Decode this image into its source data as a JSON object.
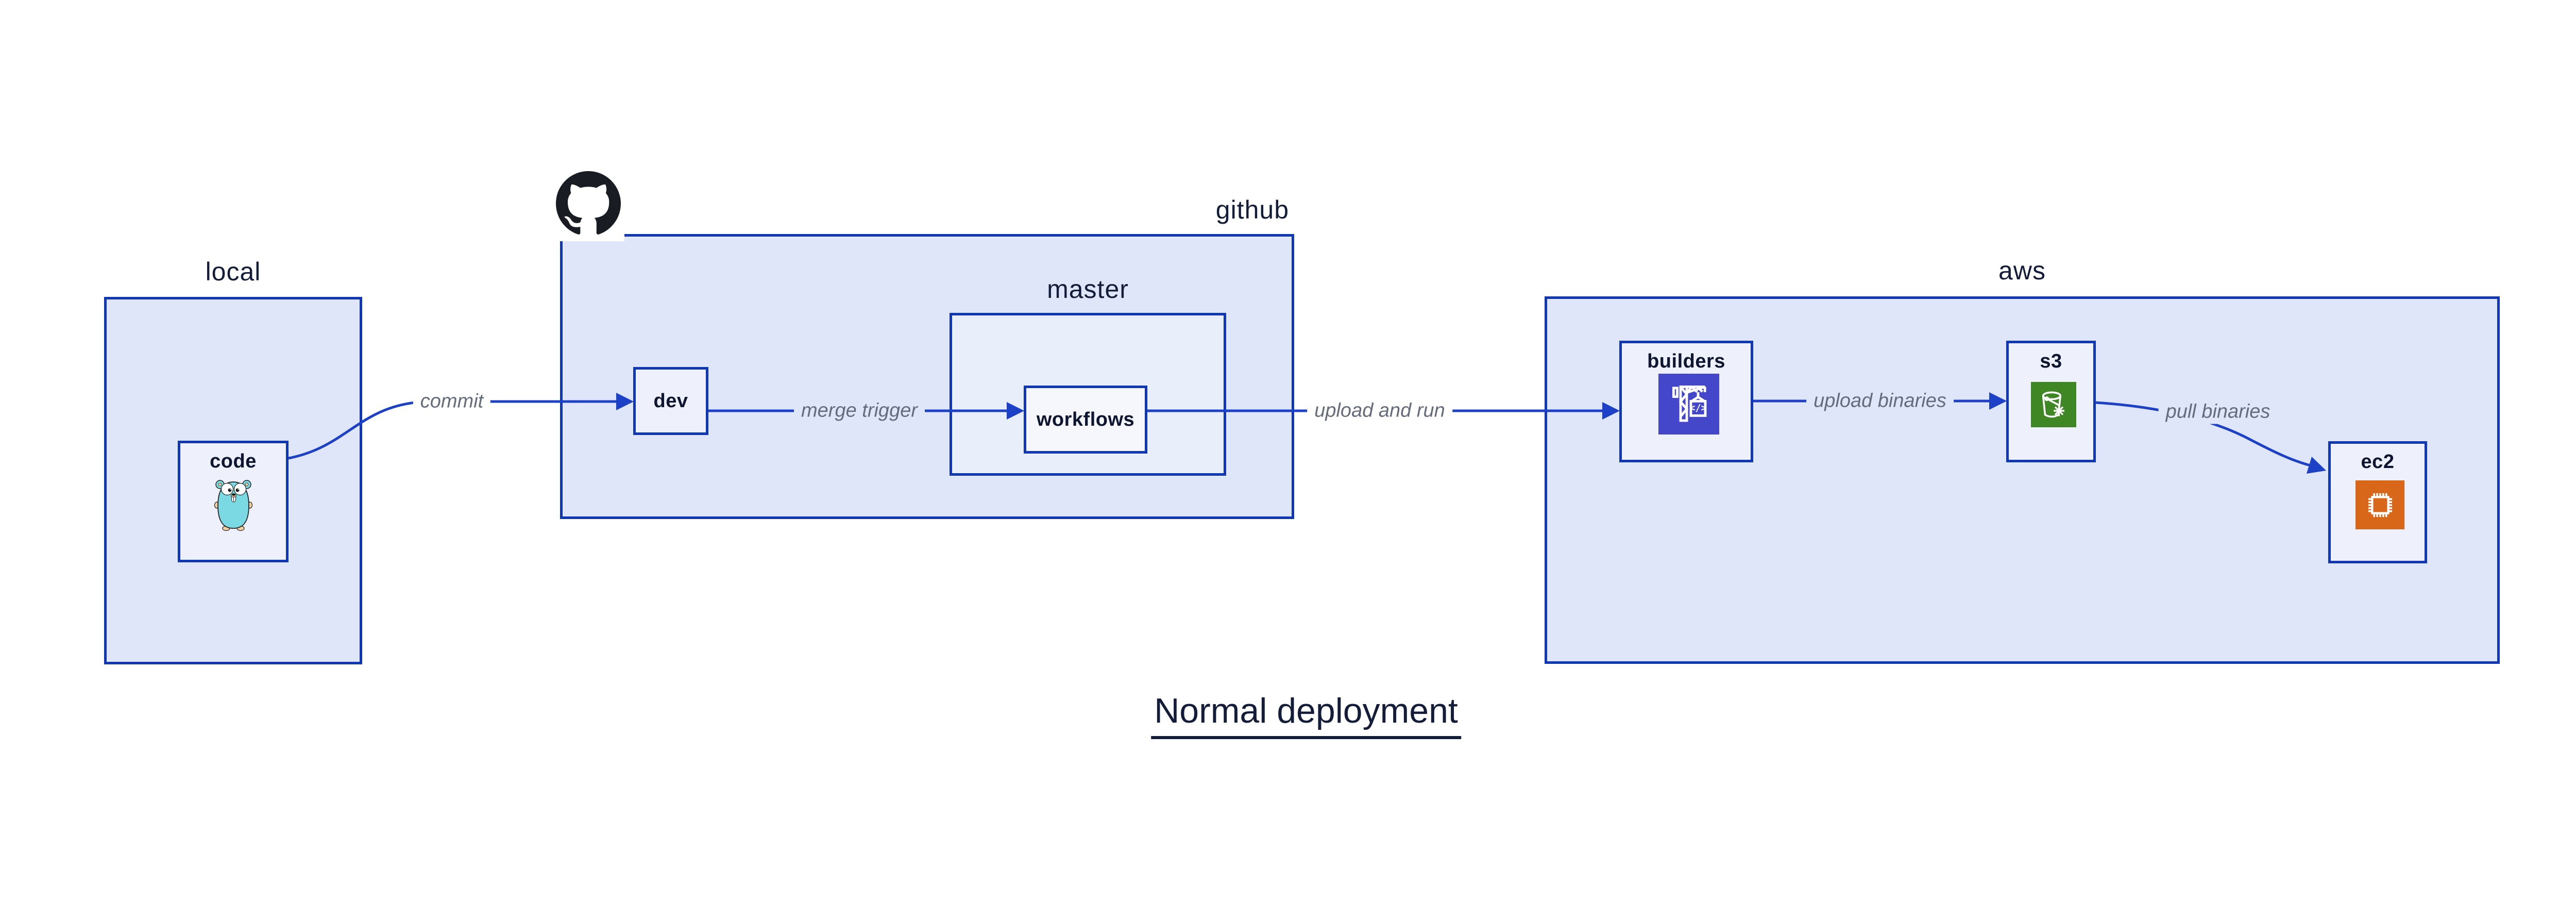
{
  "title": {
    "text": "Normal deployment"
  },
  "groups": {
    "local": {
      "label": "local"
    },
    "github": {
      "label": "github"
    },
    "master": {
      "label": "master"
    },
    "aws": {
      "label": "aws"
    }
  },
  "nodes": {
    "code": {
      "label": "code"
    },
    "dev": {
      "label": "dev"
    },
    "workflows": {
      "label": "workflows"
    },
    "builders": {
      "label": "builders"
    },
    "s3": {
      "label": "s3"
    },
    "ec2": {
      "label": "ec2"
    }
  },
  "edges": {
    "commit": {
      "label": "commit"
    },
    "merge_trigger": {
      "label": "merge trigger"
    },
    "upload_and_run": {
      "label": "upload and run"
    },
    "upload_binaries": {
      "label": "upload binaries"
    },
    "pull_binaries": {
      "label": "pull binaries"
    }
  },
  "icons": {
    "github": "github-octocat-icon",
    "code": "go-gopher-icon",
    "builders": "codebuild-crane-icon",
    "s3": "s3-bucket-icon",
    "ec2": "ec2-chip-icon"
  },
  "colors": {
    "arrow_blue": "#1c41c6",
    "box_border_blue": "#1038b6",
    "group_fill": "#dfe6f9",
    "node_fill": "#eef1fb",
    "master_fill": "#e9eefb",
    "workflows_fill": "#f5f7fd",
    "codebuild_purple": "#4447c9",
    "s3_green": "#3f8624",
    "ec2_orange": "#d9671a",
    "gopher_teal": "#7ad9e2",
    "edge_label_gray": "#646c7c",
    "text_navy": "#131c38",
    "octocat_black": "#191d23"
  }
}
